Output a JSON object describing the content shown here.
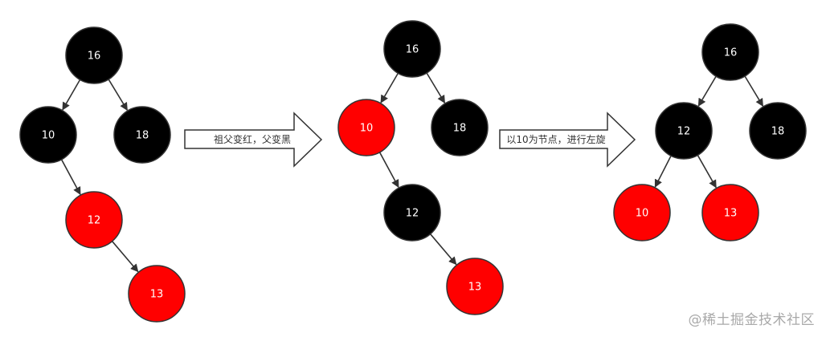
{
  "colors": {
    "black_node": "#000000",
    "red_node": "#ff0000",
    "stroke": "#333333",
    "edge": "#333333"
  },
  "stages": [
    {
      "nodes": [
        {
          "id": "16",
          "label": "16",
          "color": "black"
        },
        {
          "id": "10",
          "label": "10",
          "color": "black"
        },
        {
          "id": "18",
          "label": "18",
          "color": "black"
        },
        {
          "id": "12",
          "label": "12",
          "color": "red"
        },
        {
          "id": "13",
          "label": "13",
          "color": "red"
        }
      ],
      "edges": [
        [
          "16",
          "10"
        ],
        [
          "16",
          "18"
        ],
        [
          "10",
          "12"
        ],
        [
          "12",
          "13"
        ]
      ]
    },
    {
      "nodes": [
        {
          "id": "16",
          "label": "16",
          "color": "black"
        },
        {
          "id": "10",
          "label": "10",
          "color": "red"
        },
        {
          "id": "18",
          "label": "18",
          "color": "black"
        },
        {
          "id": "12",
          "label": "12",
          "color": "black"
        },
        {
          "id": "13",
          "label": "13",
          "color": "red"
        }
      ],
      "edges": [
        [
          "16",
          "10"
        ],
        [
          "16",
          "18"
        ],
        [
          "10",
          "12"
        ],
        [
          "12",
          "13"
        ]
      ]
    },
    {
      "nodes": [
        {
          "id": "16",
          "label": "16",
          "color": "black"
        },
        {
          "id": "12",
          "label": "12",
          "color": "black"
        },
        {
          "id": "18",
          "label": "18",
          "color": "black"
        },
        {
          "id": "10",
          "label": "10",
          "color": "red"
        },
        {
          "id": "13",
          "label": "13",
          "color": "red"
        }
      ],
      "edges": [
        [
          "16",
          "12"
        ],
        [
          "16",
          "18"
        ],
        [
          "12",
          "10"
        ],
        [
          "12",
          "13"
        ]
      ]
    }
  ],
  "transitions": [
    {
      "label": "祖父变红，父变黑"
    },
    {
      "label": "以10为节点，进行左旋"
    }
  ],
  "watermark": "@稀土掘金技术社区"
}
